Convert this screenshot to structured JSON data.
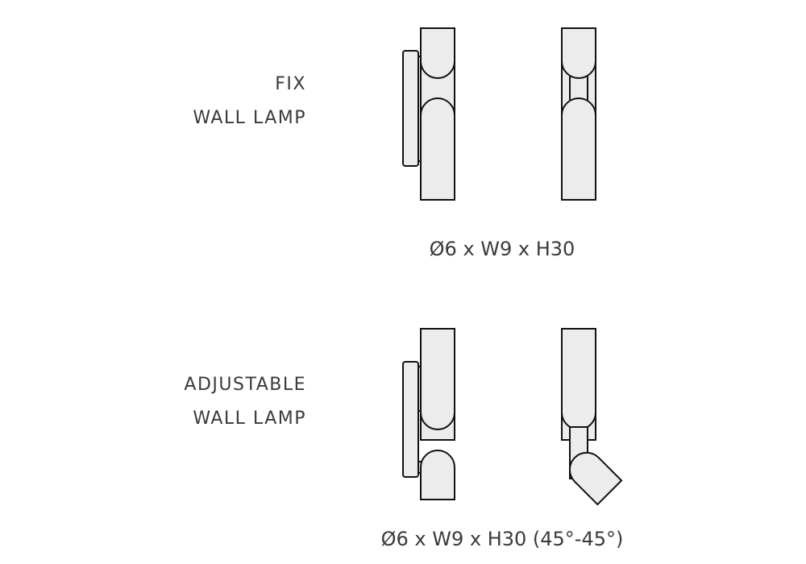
{
  "fix": {
    "label_line1": "FIX",
    "label_line2": "WALL LAMP",
    "dimensions": "Ø6 x W9 x H30"
  },
  "adjustable": {
    "label_line1": "ADJUSTABLE",
    "label_line2": "WALL LAMP",
    "dimensions": "Ø6 x W9 x H30 (45°-45°)"
  },
  "colors": {
    "stroke": "#111111",
    "fill": "#ececec",
    "text": "#3a3a3a"
  }
}
